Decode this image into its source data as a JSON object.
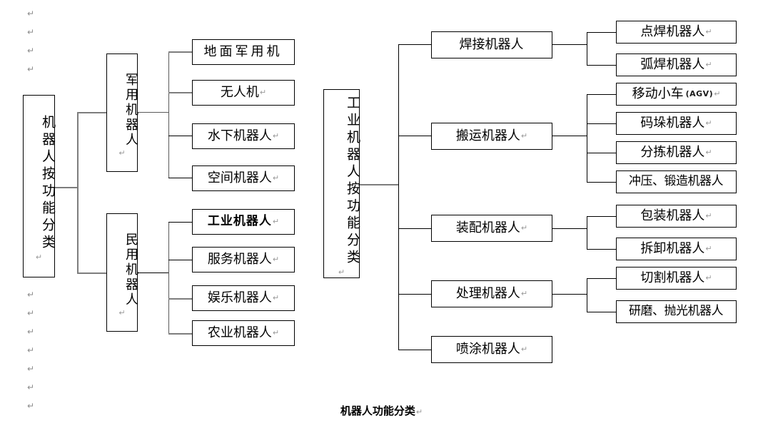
{
  "document": {
    "caption": "机器人功能分类",
    "caption_mark": "↵",
    "return_mark": "↵",
    "background_color": "#ffffff",
    "line_color": "#000000",
    "accent_line_color": "#808080",
    "text_color": "#000000",
    "mark_color": "#8c8c8c"
  },
  "margin_marks": {
    "label": "↵",
    "above_count": 4,
    "below_count": 7
  },
  "left_tree": {
    "root": {
      "label": "机器人按功能分类",
      "mark": "↵"
    },
    "branches": [
      {
        "label": "军用机器人",
        "mark": "↵",
        "children": [
          {
            "label": "地面军用机",
            "mark": ""
          },
          {
            "label": "无人机",
            "mark": "↵"
          },
          {
            "label": "水下机器人",
            "mark": "↵"
          },
          {
            "label": "空间机器人",
            "mark": "↵"
          }
        ]
      },
      {
        "label": "民用机器人",
        "mark": "↵",
        "children": [
          {
            "label": "工业机器人",
            "mark": "↵",
            "emphasis": "bold"
          },
          {
            "label": "服务机器人",
            "mark": "↵"
          },
          {
            "label": "娱乐机器人",
            "mark": "↵"
          },
          {
            "label": "农业机器人",
            "mark": "↵"
          }
        ]
      }
    ]
  },
  "right_tree": {
    "root": {
      "label": "工业机器人按功能分类",
      "mark": "↵"
    },
    "branches": [
      {
        "label": "焊接机器人",
        "mark": "",
        "children": [
          {
            "label": "点焊机器人",
            "mark": "↵"
          },
          {
            "label": "弧焊机器人",
            "mark": "↵"
          }
        ]
      },
      {
        "label": "搬运机器人",
        "mark": "↵",
        "children": [
          {
            "label": "移动小车",
            "sub": "(AGV)",
            "mark": "↵"
          },
          {
            "label": "码垛机器人",
            "mark": "↵"
          },
          {
            "label": "分拣机器人",
            "mark": "↵"
          },
          {
            "label": "冲压、锻造机器人",
            "mark": ""
          }
        ]
      },
      {
        "label": "装配机器人",
        "mark": "↵",
        "children": [
          {
            "label": "包装机器人",
            "mark": "↵"
          },
          {
            "label": "拆卸机器人",
            "mark": "↵"
          }
        ]
      },
      {
        "label": "处理机器人",
        "mark": "↵",
        "children": [
          {
            "label": "切割机器人",
            "mark": "↵"
          },
          {
            "label": "研磨、抛光机器人",
            "mark": ""
          }
        ]
      },
      {
        "label": "喷涂机器人",
        "mark": "↵",
        "children": []
      }
    ]
  }
}
